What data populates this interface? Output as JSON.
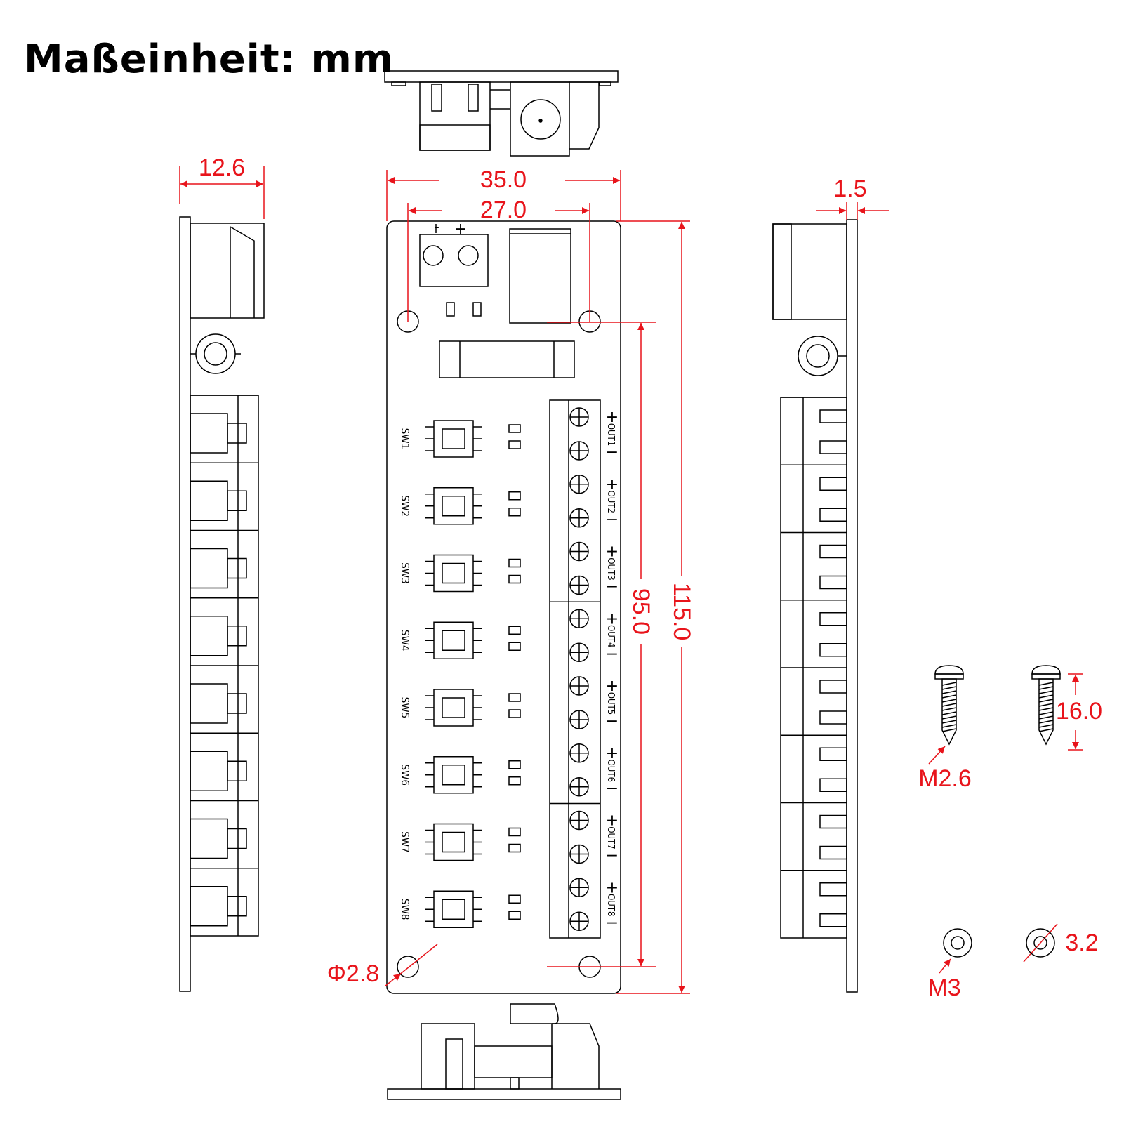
{
  "title": "Maßeinheit: mm",
  "dimensions": {
    "side_depth": "12.6",
    "overall_width": "35.0",
    "hole_spacing_x": "27.0",
    "overall_height": "115.0",
    "hole_spacing_y": "95.0",
    "hole_diameter": "Φ2.8",
    "board_thickness": "1.5",
    "screw_length": "16.0",
    "screw_size": "M2.6",
    "washer_size": "M3",
    "washer_inner": "3.2"
  },
  "board": {
    "power_polarity": [
      "-",
      "+"
    ],
    "switches": [
      "SW1",
      "SW2",
      "SW3",
      "SW4",
      "SW5",
      "SW6",
      "SW7",
      "SW8"
    ],
    "outputs": [
      "OUT1",
      "OUT2",
      "OUT3",
      "OUT4",
      "OUT5",
      "OUT6",
      "OUT7",
      "OUT8"
    ],
    "terminal_plus": "+",
    "terminal_minus": "−"
  },
  "colors": {
    "dimension": "#e8141b",
    "outline": "#000000"
  }
}
